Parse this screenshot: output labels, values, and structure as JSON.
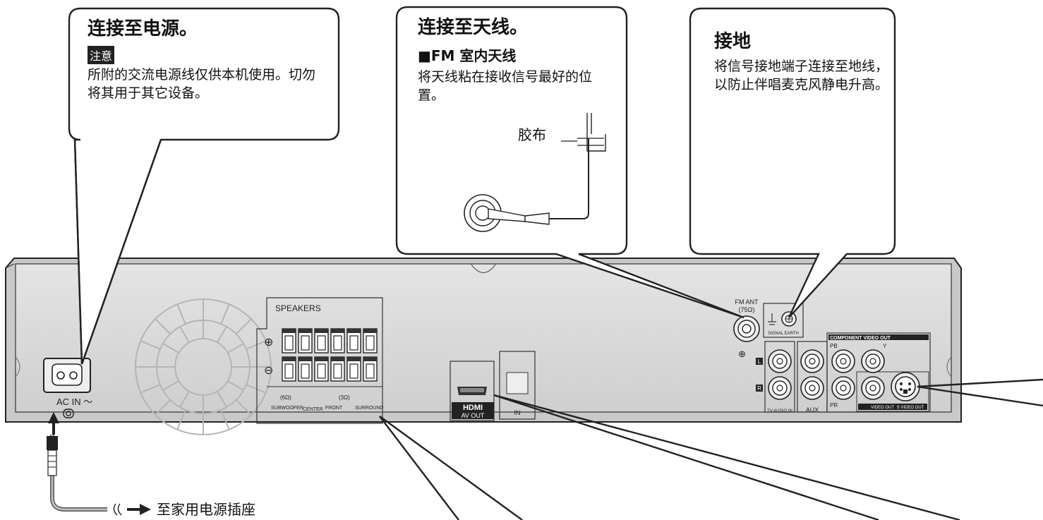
{
  "callouts": {
    "power": {
      "heading": "连接至电源。",
      "note_tag": "注意",
      "body": "所附的交流电源线仅供本机使用。切勿将其用于其它设备。"
    },
    "antenna": {
      "heading": "连接至天线。",
      "subheading": "■FM 室内天线",
      "body": "将天线粘在接收信号最好的位置。",
      "tape_label": "胶布"
    },
    "earth": {
      "heading": "接地",
      "body": "将信号接地端子连接至地线，以防止伴唱麦克风静电升高。"
    }
  },
  "outlet_label": "至家用电源插座",
  "panel": {
    "speakers": "SPEAKERS",
    "plus": "⊕",
    "minus": "⊖",
    "subwoofer": "SUBWOOFER",
    "center": "CENTER",
    "front": "FRONT",
    "surround": "SURROUND",
    "ac_in": "AC IN ～",
    "hdmi": "HDMI",
    "av_out": "AV OUT",
    "optical_in": "IN",
    "fm_ant": "FM ANT",
    "fm_ohm": "(75Ω)",
    "signal_earth": "SIGNAL EARTH",
    "component_video_out": "COMPONENT VIDEO OUT",
    "pb": "PB",
    "pr": "PR",
    "y": "Y",
    "tv_audio_in": "TV AUDIO IN",
    "aux": "AUX",
    "video_out": "VIDEO OUT",
    "s_video_out": "S VIDEO OUT",
    "L": "L",
    "R": "R",
    "ohm6": "(6Ω)",
    "ohm3": "(3Ω)"
  }
}
